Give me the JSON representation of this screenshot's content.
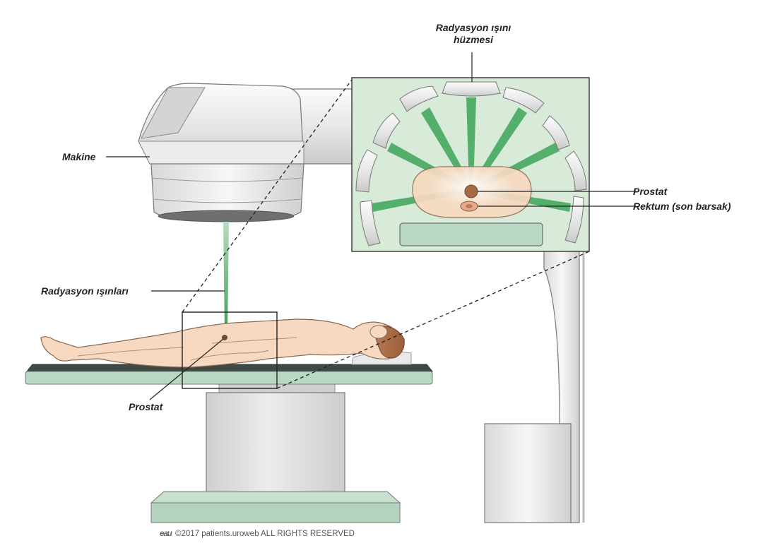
{
  "labels": {
    "beam_bundle_line1": "Radyasyon ışını",
    "beam_bundle_line2": "hüzmesi",
    "machine": "Makine",
    "radiation_rays": "Radyasyon ışınları",
    "prostate_inset": "Prostat",
    "rectum": "Rektum (son barsak)",
    "prostate_body": "Prostat"
  },
  "footer": {
    "logo": "eau",
    "text": "©2017 patients.uroweb ALL RIGHTS RESERVED"
  },
  "colors": {
    "beam_green": "#3fa55a",
    "inset_bg": "#d8ead8",
    "table_top": "#b9d8c4",
    "skin": "#f6d9c0",
    "machine_gray": "#e6e6e6"
  }
}
